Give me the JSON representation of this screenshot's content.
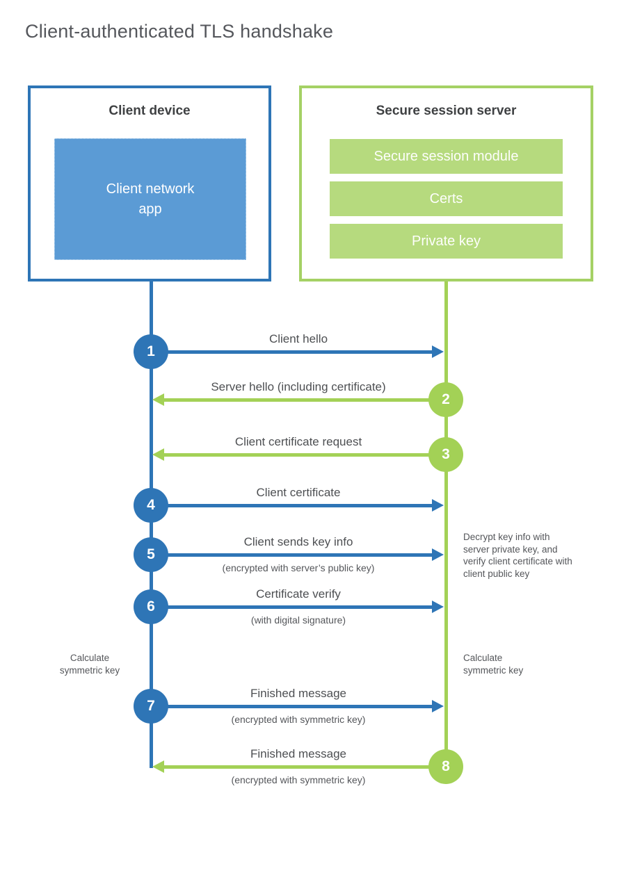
{
  "title": "Client-authenticated TLS handshake",
  "client": {
    "title": "Client device",
    "app_label": "Client network\napp"
  },
  "server": {
    "title": "Secure session server",
    "modules": [
      "Secure session module",
      "Certs",
      "Private key"
    ]
  },
  "steps": [
    {
      "num": "1",
      "label": "Client hello",
      "sublabel": "",
      "direction": "client-to-server"
    },
    {
      "num": "2",
      "label": "Server hello (including certificate)",
      "sublabel": "",
      "direction": "server-to-client"
    },
    {
      "num": "3",
      "label": "Client certificate request",
      "sublabel": "",
      "direction": "server-to-client"
    },
    {
      "num": "4",
      "label": "Client certificate",
      "sublabel": "",
      "direction": "client-to-server"
    },
    {
      "num": "5",
      "label": "Client sends key info",
      "sublabel": "(encrypted with server’s public key)",
      "direction": "client-to-server"
    },
    {
      "num": "6",
      "label": "Certificate verify",
      "sublabel": "(with digital signature)",
      "direction": "client-to-server"
    },
    {
      "num": "7",
      "label": "Finished message",
      "sublabel": "(encrypted with symmetric key)",
      "direction": "client-to-server"
    },
    {
      "num": "8",
      "label": "Finished message",
      "sublabel": "(encrypted with symmetric key)",
      "direction": "server-to-client"
    }
  ],
  "annotations": {
    "decrypt": "Decrypt key info with server private key, and verify client certificate with client public key",
    "calc_left": "Calculate symmetric key",
    "calc_right": "Calculate symmetric key"
  },
  "colors": {
    "client_blue": "#2e75b6",
    "client_fill_blue": "#5b9bd5",
    "server_green": "#a3d156",
    "server_fill_green": "#b6da7e",
    "title_gray": "#55575c",
    "label_gray": "#4d4f52"
  }
}
